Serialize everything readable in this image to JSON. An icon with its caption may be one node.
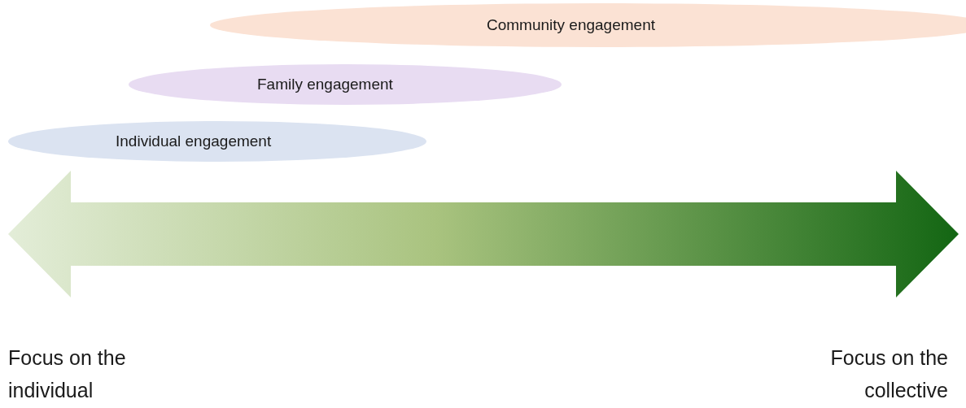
{
  "diagram": {
    "nodes": [
      {
        "text": [
          "Community engagement"
        ]
      },
      {
        "text": [
          "Family engagement"
        ]
      },
      {
        "text": [
          "Individual engagement"
        ]
      }
    ],
    "labels": [
      "Focus on the individual",
      "Focus on the collective"
    ]
  }
}
